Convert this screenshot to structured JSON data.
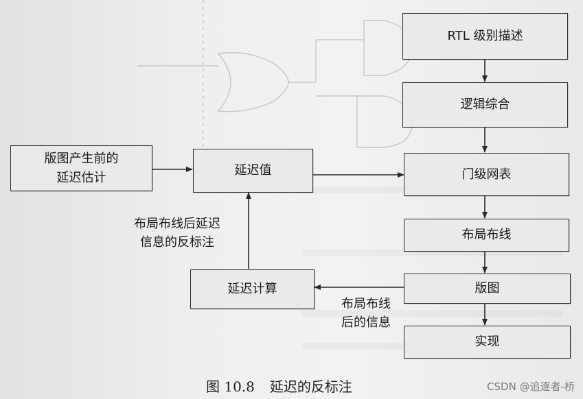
{
  "nodes": {
    "rtl": "RTL 级别描述",
    "synthesis": "逻辑综合",
    "netlist": "门级网表",
    "place_route": "布局布线",
    "layout": "版图",
    "implementation": "实现",
    "pre_layout_line1": "版图产生前的",
    "pre_layout_line2": "延迟估计",
    "delay_value": "延迟值",
    "delay_calc": "延迟计算"
  },
  "labels": {
    "back_annotation_line1": "布局布线后延迟",
    "back_annotation_line2": "信息的反标注",
    "post_route_info_line1": "布局布线",
    "post_route_info_line2": "后的信息"
  },
  "caption": {
    "number": "图 10.8",
    "title": "延迟的反标注"
  },
  "watermark": "CSDN @追逐者-桥"
}
